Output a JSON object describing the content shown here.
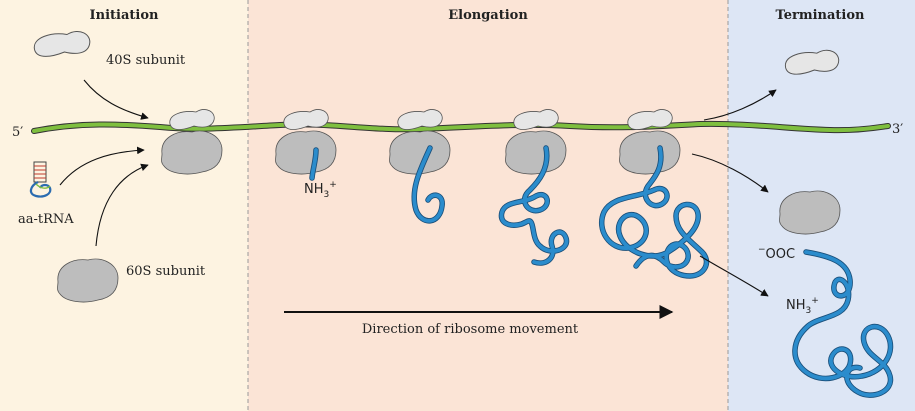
{
  "panels": {
    "initiation": "Initiation",
    "elongation": "Elongation",
    "termination": "Termination"
  },
  "labels": {
    "five_prime": "5′",
    "three_prime": "3′",
    "subunit_40s": "40S subunit",
    "subunit_60s": "60S subunit",
    "aa_trna": "aa-tRNA",
    "nh3_a": "NH",
    "nh3_b": "NH",
    "sub3": "3",
    "plus": "+",
    "minus": "−",
    "ooc": "OOC",
    "direction": "Direction of ribosome movement"
  },
  "colors": {
    "initiation_bg": "#fdf3e1",
    "elongation_bg": "#fbe4d6",
    "termination_bg": "#dde6f5",
    "mrna": "#7fbf3f",
    "peptide": "#2b8ccc",
    "ribosome_small": "#e6e6e6",
    "ribosome_large": "#bdbdbd"
  },
  "icons": {
    "ribosome": "ribosome-icon",
    "trna": "trna-icon",
    "arrow": "arrow-icon"
  }
}
